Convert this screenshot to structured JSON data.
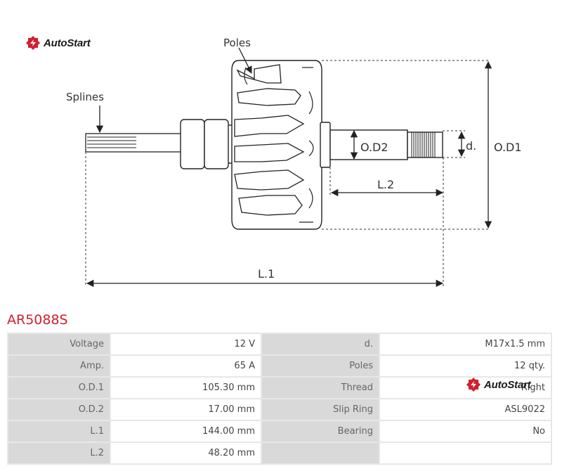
{
  "brand": {
    "name": "AutoStart",
    "color": "#d0202e"
  },
  "diagram": {
    "labels": {
      "poles": "Poles",
      "splines": "Splines",
      "od2": "O.D2",
      "d": "d.",
      "od1": "O.D1",
      "l2": "L.2",
      "l1": "L.1"
    }
  },
  "product": {
    "code": "AR5088S"
  },
  "specs": [
    {
      "label": "Voltage",
      "value": "12 V",
      "label2": "d.",
      "value2": "M17x1.5 mm"
    },
    {
      "label": "Amp.",
      "value": "65 A",
      "label2": "Poles",
      "value2": "12 qty."
    },
    {
      "label": "O.D.1",
      "value": "105.30 mm",
      "label2": "Thread",
      "value2": "Right"
    },
    {
      "label": "O.D.2",
      "value": "17.00 mm",
      "label2": "Slip Ring",
      "value2": "ASL9022"
    },
    {
      "label": "L.1",
      "value": "144.00 mm",
      "label2": "Bearing",
      "value2": "No"
    },
    {
      "label": "L.2",
      "value": "48.20 mm",
      "label2": "",
      "value2": ""
    }
  ]
}
